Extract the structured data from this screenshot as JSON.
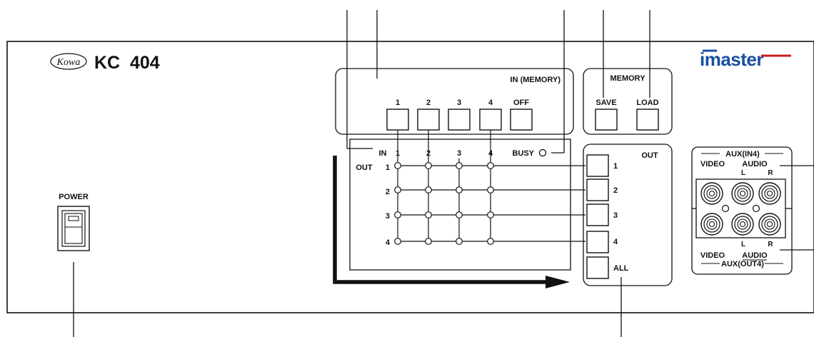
{
  "device": {
    "brand": "Kowa",
    "model": "KC  404",
    "logo": "imaster"
  },
  "memory_in": {
    "title": "IN (MEMORY)",
    "buttons": [
      "1",
      "2",
      "3",
      "4",
      "OFF"
    ]
  },
  "memory": {
    "title": "MEMORY",
    "save": "SAVE",
    "load": "LOAD"
  },
  "matrix": {
    "in_label": "IN",
    "out_label": "OUT",
    "inputs": [
      "1",
      "2",
      "3",
      "4"
    ],
    "outputs": [
      "1",
      "2",
      "3",
      "4"
    ],
    "busy": "BUSY"
  },
  "out_panel": {
    "title": "OUT",
    "buttons": [
      "1",
      "2",
      "3",
      "4",
      "ALL"
    ]
  },
  "aux": {
    "in_title": "AUX(IN4)",
    "out_title": "AUX(OUT4)",
    "video": "VIDEO",
    "audio": "AUDIO",
    "left": "L",
    "right": "R"
  },
  "power": {
    "label": "POWER"
  }
}
